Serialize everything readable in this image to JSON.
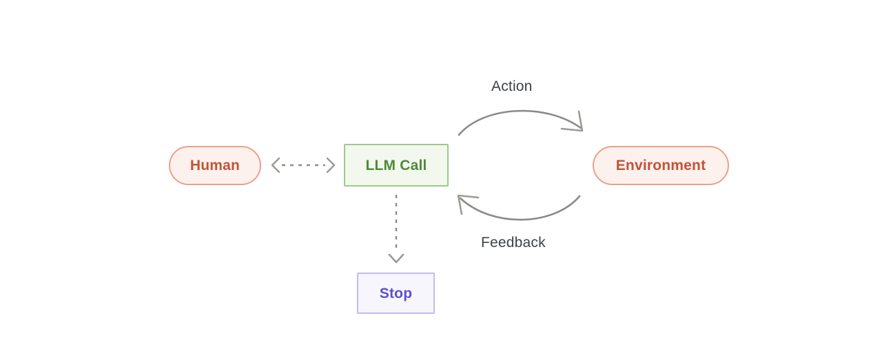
{
  "diagram": {
    "title": "Agent loop: human, LLM call, environment, stop",
    "background_color": "#ffffff",
    "nodes": [
      {
        "id": "human",
        "label": "Human",
        "shape": "pill",
        "text_color": "#c15336",
        "border_color": "#eba08a",
        "fill_color": "#fdf1ee"
      },
      {
        "id": "llm_call",
        "label": "LLM Call",
        "shape": "rectangle",
        "text_color": "#4c8a36",
        "border_color": "#9ec98a",
        "fill_color": "#f2f8ed"
      },
      {
        "id": "environment",
        "label": "Environment",
        "shape": "pill",
        "text_color": "#c15336",
        "border_color": "#eba08a",
        "fill_color": "#fdf1ee"
      },
      {
        "id": "stop",
        "label": "Stop",
        "shape": "rectangle",
        "text_color": "#5b4fcf",
        "border_color": "#bfbbf0",
        "fill_color": "#f7f6fc"
      }
    ],
    "edges": [
      {
        "id": "human_llm",
        "label": "",
        "from": "human",
        "to": "llm_call",
        "style": "dashed",
        "direction": "bidirectional",
        "color": "#9a9a96"
      },
      {
        "id": "action",
        "label": "Action",
        "from": "llm_call",
        "to": "environment",
        "style": "solid-curved",
        "direction": "forward",
        "color": "#8a8a86"
      },
      {
        "id": "feedback",
        "label": "Feedback",
        "from": "environment",
        "to": "llm_call",
        "style": "solid-curved",
        "direction": "forward",
        "color": "#8a8a86"
      },
      {
        "id": "llm_stop",
        "label": "",
        "from": "llm_call",
        "to": "stop",
        "style": "dashed",
        "direction": "forward",
        "color": "#9a9a96"
      }
    ]
  }
}
